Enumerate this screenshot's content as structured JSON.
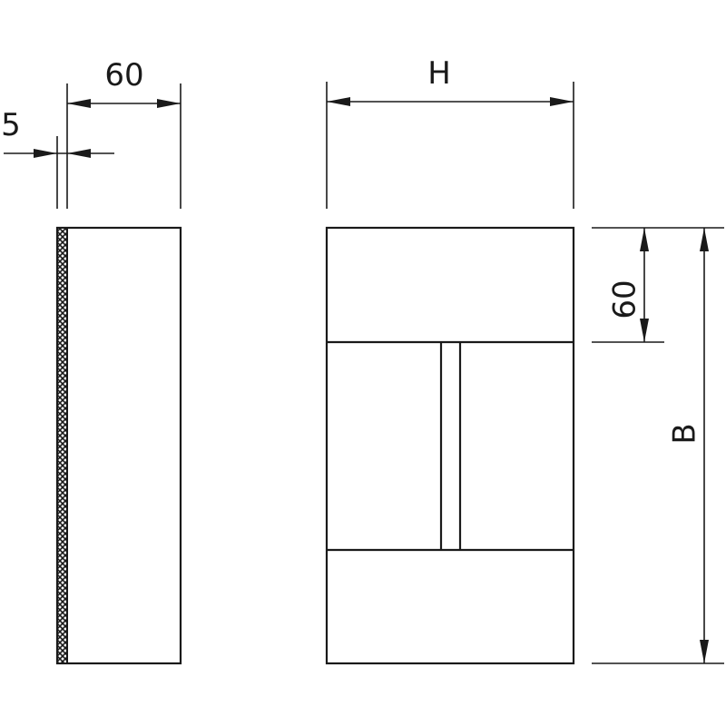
{
  "side_view": {
    "width_label": "60",
    "thickness_label": "5"
  },
  "front_view": {
    "height_label": "H",
    "top_section_label": "60",
    "overall_label": "B"
  },
  "colors": {
    "line": "#1a1a1a",
    "background": "#ffffff"
  }
}
